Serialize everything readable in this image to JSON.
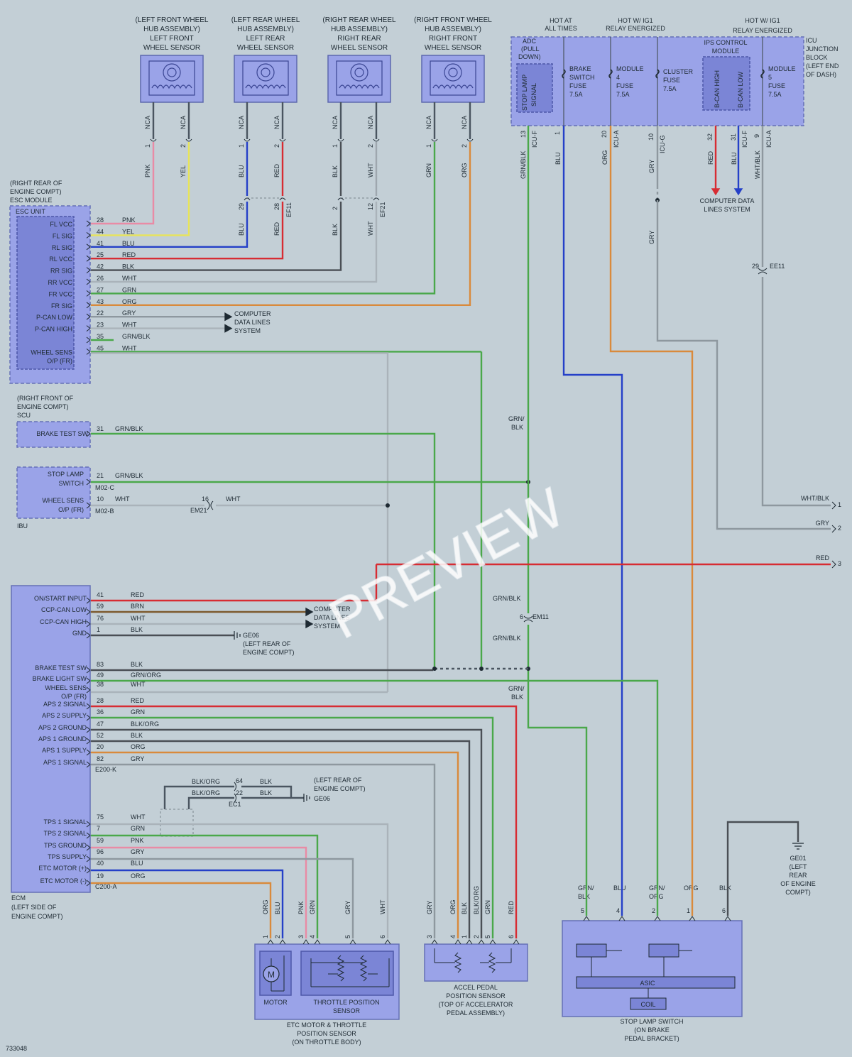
{
  "diagram_id": "733048",
  "watermark": "PREVIEW",
  "colors": {
    "pnk": "#e98ba5",
    "yel": "#e7e45a",
    "blu": "#2540c8",
    "red": "#d72c33",
    "blk": "#4a4f55",
    "wht": "#aab3ba",
    "grn": "#4aa84a",
    "org": "#d98a3c",
    "gry": "#8e989f",
    "brn": "#7d5a2e"
  },
  "sensors": [
    {
      "title1": "(LEFT FRONT WHEEL",
      "title2": "HUB ASSEMBLY)",
      "title3": "LEFT FRONT",
      "title4": "WHEEL SENSOR",
      "nca1": "NCA",
      "nca2": "NCA",
      "pin1": "1",
      "pin2": "2",
      "col1": "PNK",
      "col2": "YEL"
    },
    {
      "title1": "(LEFT REAR WHEEL",
      "title2": "HUB ASSEMBLY)",
      "title3": "LEFT REAR",
      "title4": "WHEEL SENSOR",
      "nca1": "NCA",
      "nca2": "NCA",
      "pin1": "1",
      "pin2": "2",
      "col1": "BLU",
      "col2": "RED"
    },
    {
      "title1": "(RIGHT REAR WHEEL",
      "title2": "HUB ASSEMBLY)",
      "title3": "RIGHT REAR",
      "title4": "WHEEL SENSOR",
      "nca1": "NCA",
      "nca2": "NCA",
      "pin1": "1",
      "pin2": "2",
      "col1": "BLK",
      "col2": "WHT"
    },
    {
      "title1": "(RIGHT FRONT WHEEL",
      "title2": "HUB ASSEMBLY)",
      "title3": "RIGHT FRONT",
      "title4": "WHEEL SENSOR",
      "nca1": "NCA",
      "nca2": "NCA",
      "pin1": "1",
      "pin2": "2",
      "col1": "GRN",
      "col2": "ORG"
    }
  ],
  "sensor_connectors": {
    "lr_blu_pin": "29",
    "lr_red_pin": "28",
    "lr_conn": "EF11",
    "lr_blu": "BLU",
    "lr_red": "RED",
    "rr_blk_pin": "2",
    "rr_wht_pin": "12",
    "rr_conn": "EF21",
    "rr_blk": "BLK",
    "rr_wht": "WHT"
  },
  "esc": {
    "loc1": "(RIGHT REAR OF",
    "loc2": "ENGINE COMPT)",
    "loc3": "ESC MODULE",
    "name": "ESC UNIT",
    "pins": [
      {
        "label": "FL VCC",
        "pin": "28",
        "color": "PNK"
      },
      {
        "label": "FL SIG",
        "pin": "44",
        "color": "YEL"
      },
      {
        "label": "RL SIG",
        "pin": "41",
        "color": "BLU"
      },
      {
        "label": "RL VCC",
        "pin": "25",
        "color": "RED"
      },
      {
        "label": "RR SIG",
        "pin": "42",
        "color": "BLK"
      },
      {
        "label": "RR VCC",
        "pin": "26",
        "color": "WHT"
      },
      {
        "label": "FR VCC",
        "pin": "27",
        "color": "GRN"
      },
      {
        "label": "FR SIG",
        "pin": "43",
        "color": "ORG"
      },
      {
        "label": "P-CAN LOW",
        "pin": "22",
        "color": "GRY"
      },
      {
        "label": "P-CAN HIGH",
        "pin": "23",
        "color": "WHT"
      },
      {
        "label": "",
        "pin": "35",
        "color": "GRN/BLK"
      },
      {
        "label": "WHEEL SENS",
        "label2": "O/P (FR)",
        "pin": "45",
        "color": "WHT"
      }
    ],
    "cdls1": "COMPUTER",
    "cdls2": "DATA LINES",
    "cdls3": "SYSTEM"
  },
  "scu": {
    "loc1": "(RIGHT FRONT OF",
    "loc2": "ENGINE COMPT)",
    "name": "SCU",
    "pin_label": "BRAKE TEST SW",
    "pin": "31",
    "color": "GRN/BLK"
  },
  "ibu": {
    "name": "IBU",
    "p1_label1": "STOP LAMP",
    "p1_label2": "SWITCH",
    "p1_pin": "21",
    "p1_color": "GRN/BLK",
    "p1_conn": "M02-C",
    "p2_label1": "WHEEL SENS",
    "p2_label2": "O/P (FR)",
    "p2_pin": "10",
    "p2_color": "WHT",
    "p2_conn": "M02-B",
    "em21_pin": "16",
    "em21": "EM21",
    "em21_color": "WHT"
  },
  "icu": {
    "hot1": "HOT AT",
    "hot2": "ALL TIMES",
    "hot3": "HOT W/ IG1",
    "hot4": "RELAY ENERGIZED",
    "hot5": "HOT W/ IG1",
    "hot6": "RELAY ENERGIZED",
    "side1": "ICU",
    "side2": "JUNCTION",
    "side3": "BLOCK",
    "side4": "(LEFT END",
    "side5": "OF DASH)",
    "adc1": "ADC",
    "adc2": "(PULL",
    "adc3": "DOWN)",
    "stop1": "STOP LAMP",
    "stop2": "SIGNAL",
    "bsf1": "BRAKE",
    "bsf2": "SWITCH",
    "bsf3": "FUSE",
    "bsf4": "7.5A",
    "m4a": "MODULE",
    "m4b": "4",
    "m4c": "FUSE",
    "m4d": "7.5A",
    "cf1": "CLUSTER",
    "cf2": "FUSE",
    "cf3": "7.5A",
    "ips1": "IPS CONTROL",
    "ips2": "MODULE",
    "bch": "B-CAN HIGH",
    "bcl": "B-CAN LOW",
    "m5a": "MODULE",
    "m5b": "5",
    "m5c": "FUSE",
    "m5d": "7.5A",
    "pins": [
      {
        "pin": "13",
        "conn": "ICU-F",
        "color": "GRN/BLK"
      },
      {
        "pin": "1",
        "conn": "",
        "color": "BLU"
      },
      {
        "pin": "20",
        "conn": "ICU-A",
        "color": "ORG"
      },
      {
        "pin": "10",
        "conn": "ICU-G",
        "color": "GRY"
      },
      {
        "pin": "32",
        "conn": "",
        "color": "RED"
      },
      {
        "pin": "31",
        "conn": "ICU-F",
        "color": "BLU"
      },
      {
        "pin": "9",
        "conn": "ICU-A",
        "color": "WHT/BLK"
      }
    ],
    "cdls1": "COMPUTER DATA",
    "cdls2": "LINES SYSTEM",
    "gry_label": "GRY",
    "ee11_pin": "29",
    "ee11": "EE11"
  },
  "right_conn": [
    {
      "color": "WHT/BLK",
      "pin": "1"
    },
    {
      "color": "GRY",
      "pin": "2"
    },
    {
      "color": "RED",
      "pin": "3"
    }
  ],
  "grnblk_label": "GRN/\nBLK",
  "grnblk_a": "GRN/",
  "grnblk_b": "BLK",
  "em11_pin": "6",
  "em11": "EM11",
  "em11_top": "GRN/BLK",
  "em11_bot": "GRN/BLK",
  "ecm": {
    "loc1": "ECM",
    "loc2": "(LEFT SIDE OF",
    "loc3": "ENGINE COMPT)",
    "upper": [
      {
        "label": "ON/START INPUT",
        "pin": "41",
        "color": "RED"
      },
      {
        "label": "CCP-CAN LOW",
        "pin": "59",
        "color": "BRN"
      },
      {
        "label": "CCP-CAN HIGH",
        "pin": "76",
        "color": "WHT"
      },
      {
        "label": "GND",
        "pin": "1",
        "color": "BLK"
      }
    ],
    "gnd1": "GE06",
    "gnd2": "(LEFT REAR OF",
    "gnd3": "ENGINE COMPT)",
    "cdls1": "COMPUTER",
    "cdls2": "DATA LINES",
    "cdls3": "SYSTEM",
    "mid": [
      {
        "label": "BRAKE TEST SW",
        "pin": "83",
        "color": "BLK"
      },
      {
        "label": "BRAKE LIGHT SW",
        "pin": "49",
        "color": "GRN/ORG"
      },
      {
        "label": "WHEEL SENS",
        "label2": "O/P (FR)",
        "pin": "38",
        "color": "WHT"
      },
      {
        "label": "APS 2 SIGNAL",
        "pin": "28",
        "color": "RED"
      },
      {
        "label": "APS 2 SUPPLY",
        "pin": "36",
        "color": "GRN"
      },
      {
        "label": "APS 2 GROUND",
        "pin": "47",
        "color": "BLK/ORG"
      },
      {
        "label": "APS 1 GROUND",
        "pin": "52",
        "color": "BLK"
      },
      {
        "label": "APS 1 SUPPLY",
        "pin": "20",
        "color": "ORG"
      },
      {
        "label": "APS 1 SIGNAL",
        "pin": "82",
        "color": "GRY"
      }
    ],
    "conn_k": "E200-K",
    "ec1_a": "BLK/ORG",
    "ec1_b": "BLK/ORG",
    "ec1_pin1": "64",
    "ec1_pin2": "22",
    "ec1_c1": "BLK",
    "ec1_c2": "BLK",
    "ec1": "EC1",
    "ec1_gnd1": "(LEFT REAR OF",
    "ec1_gnd2": "ENGINE COMPT)",
    "ec1_gnd3": "GE06",
    "lower": [
      {
        "label": "TPS 1 SIGNAL",
        "pin": "75",
        "color": "WHT"
      },
      {
        "label": "TPS 2 SIGNAL",
        "pin": "7",
        "color": "GRN"
      },
      {
        "label": "TPS GROUND",
        "pin": "59",
        "color": "PNK"
      },
      {
        "label": "TPS SUPPLY",
        "pin": "96",
        "color": "GRY"
      },
      {
        "label": "ETC MOTOR (+)",
        "pin": "40",
        "color": "BLU"
      },
      {
        "label": "ETC MOTOR (-)",
        "pin": "19",
        "color": "ORG"
      }
    ],
    "conn_a": "C200-A"
  },
  "etc": {
    "cols": [
      "ORG",
      "BLU",
      "PNK",
      "GRN",
      "GRY",
      "WHT"
    ],
    "pins": [
      "1",
      "2",
      "3",
      "4",
      "5",
      "6"
    ],
    "motor": "MOTOR",
    "m": "M",
    "tps1": "THROTTLE POSITION",
    "tps2": "SENSOR",
    "title1": "ETC MOTOR & THROTTLE",
    "title2": "POSITION SENSOR",
    "title3": "(ON THROTTLE BODY)"
  },
  "aps": {
    "cols": [
      "GRY",
      "ORG",
      "BLK",
      "BLK/ORG",
      "GRN",
      "RED"
    ],
    "pins": [
      "3",
      "4",
      "1",
      "2",
      "5",
      "6"
    ],
    "title1": "ACCEL PEDAL",
    "title2": "POSITION SENSOR",
    "title3": "(TOP OF ACCELERATOR",
    "title4": "PEDAL ASSEMBLY)"
  },
  "sls": {
    "cols": [
      [
        "GRN/",
        "BLK"
      ],
      [
        "BLU",
        ""
      ],
      [
        "GRN/",
        "ORG"
      ],
      [
        "ORG",
        ""
      ],
      [
        "BLK",
        ""
      ]
    ],
    "pins": [
      "5",
      "4",
      "2",
      "1",
      "6"
    ],
    "asic": "ASIC",
    "coil": "COIL",
    "title1": "STOP LAMP SWITCH",
    "title2": "(ON BRAKE",
    "title3": "PEDAL BRACKET)",
    "ge01a": "GE01",
    "ge01b": "(LEFT",
    "ge01c": "REAR",
    "ge01d": "OF ENGINE",
    "ge01e": "COMPT)"
  }
}
